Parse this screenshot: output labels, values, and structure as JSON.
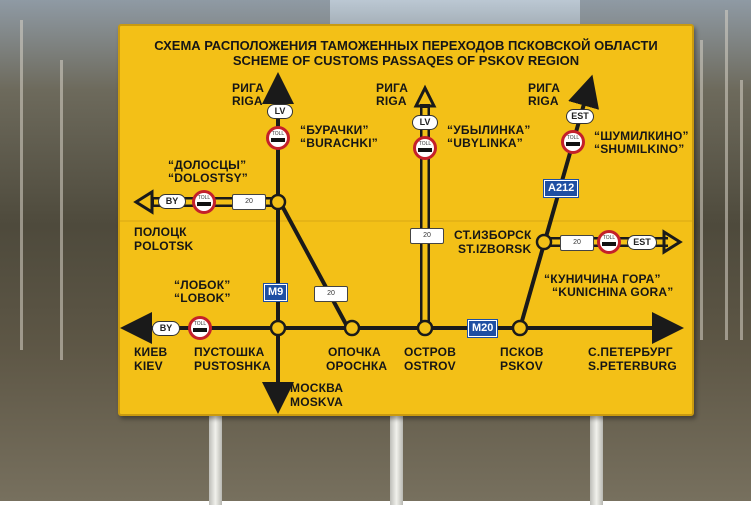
{
  "sign": {
    "title_ru": "СХЕМА РАСПОЛОЖЕНИЯ ТАМОЖЕННЫХ ПЕРЕХОДОВ ПСКОВСКОЙ ОБЛАСТИ",
    "title_en": "SCHEME OF CUSTOMS PASSAQES OF PSKOV REGION",
    "labels": {
      "riga1_ru": "РИГА",
      "riga1_en": "RIGA",
      "riga2_ru": "РИГА",
      "riga2_en": "RIGA",
      "riga3_ru": "РИГА",
      "riga3_en": "RIGA",
      "burachki_ru": "“БУРАЧКИ”",
      "burachki_en": "“BURACHKI”",
      "ubylinka_ru": "“УБЫЛИНКА”",
      "ubylinka_en": "“UBYLINKA”",
      "shumilkino_ru": "“ШУМИЛКИНО”",
      "shumilkino_en": "“SHUMILKINO”",
      "dolostsy_ru": "“ДОЛОСЦЫ”",
      "dolostsy_en": "“DOLOSTSY”",
      "polotsk_ru": "ПОЛОЦК",
      "polotsk_en": "POLOTSK",
      "izborsk_ru": "СТ.ИЗБОРСК",
      "izborsk_en": "ST.IZBORSK",
      "lobok_ru": "“ЛОБОК”",
      "lobok_en": "“LOBOK”",
      "kunichina_ru": "“КУНИЧИНА ГОРА”",
      "kunichina_en": "“KUNICHINA GORA”",
      "kiev_ru": "КИЕВ",
      "kiev_en": "KIEV",
      "pustoshka_ru": "ПУСТОШКА",
      "pustoshka_en": "PUSTOSHKA",
      "opochka_ru": "ОПОЧКА",
      "opochka_en": "ОРОСНКА",
      "ostrov_ru": "ОСТРОВ",
      "ostrov_en": "OSTROV",
      "pskov_ru": "ПСКОВ",
      "pskov_en": "PSKOV",
      "spb_ru": "С.ПЕТЕРБУРГ",
      "spb_en": "S.PETERBURG",
      "moskva_ru": "МОСКВА",
      "moskva_en": "MOSKVA"
    },
    "badges": {
      "lv1": "LV",
      "lv2": "LV",
      "est1": "EST",
      "est2": "EST",
      "by1": "BY",
      "by2": "BY"
    },
    "roads": {
      "a212": "A212",
      "m9": "M9",
      "m20": "M20"
    },
    "toll_text": "TOLL",
    "plaque_text": "20",
    "colors": {
      "sign": "#f3c017",
      "road": "#1a1a1a",
      "route": "#1e4fa3",
      "toll": "#c4202a"
    }
  }
}
